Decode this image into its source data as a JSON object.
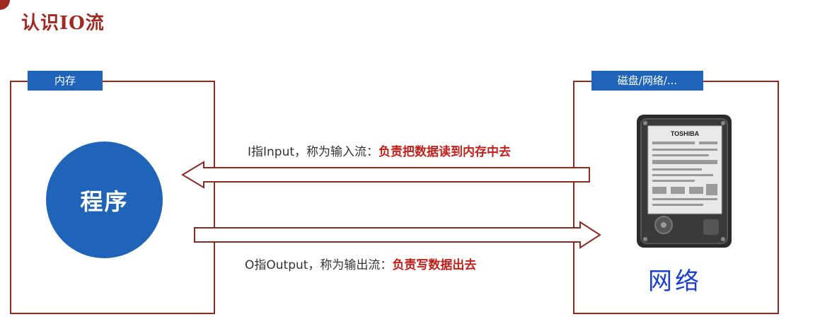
{
  "title": "认识IO流",
  "memory_box": {
    "label": "内存"
  },
  "program": {
    "label": "程序"
  },
  "storage_box": {
    "label": "磁盘/网络/..."
  },
  "input_caption": {
    "prefix": "I指Input，称为输入流：",
    "highlight": "负责把数据读到内存中去"
  },
  "output_caption": {
    "prefix": "O指Output，称为输出流：",
    "highlight": "负责写数据出去"
  },
  "network": {
    "label": "网络"
  },
  "disk_icon": "hard-disk-drive-icon",
  "disk_brand": "TOSHIBA",
  "colors": {
    "title": "#9e2a22",
    "frame": "#8b2b22",
    "tag": "#1f64b8",
    "program": "#1f64b8",
    "highlight": "#c0201a",
    "network": "#1a3ed0"
  }
}
